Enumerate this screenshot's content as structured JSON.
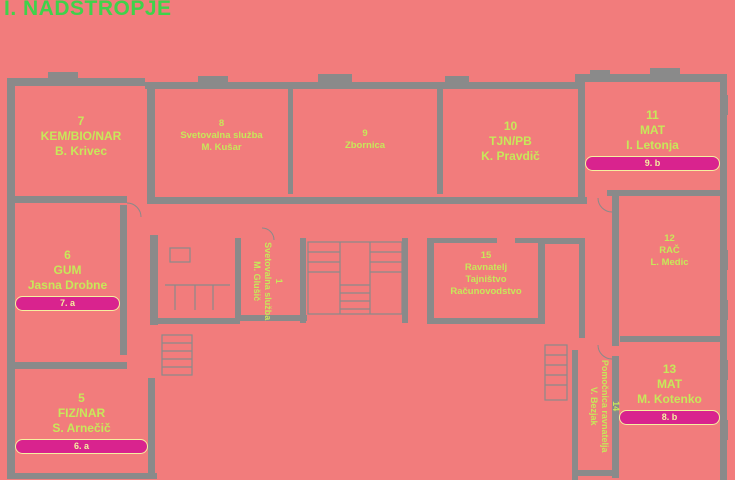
{
  "floor_title": "I. NADSTROPJE",
  "rooms": {
    "r7": {
      "number": "7",
      "subject": "KEM/BIO/NAR",
      "teacher": "B. Krivec"
    },
    "r8": {
      "number": "8",
      "subject": "Svetovalna služba",
      "teacher": "M. Kušar"
    },
    "r9": {
      "number": "9",
      "subject": "Zbornica"
    },
    "r10": {
      "number": "10",
      "subject": "TJN/PB",
      "teacher": "K. Pravdič"
    },
    "r11": {
      "number": "11",
      "subject": "MAT",
      "teacher": "I. Letonja",
      "class_badge": "9. b"
    },
    "r12": {
      "number": "12",
      "subject": "RAČ",
      "teacher": "L. Medic"
    },
    "r13": {
      "number": "13",
      "subject": "MAT",
      "teacher": "M. Kotenko",
      "class_badge": "8. b"
    },
    "r14": {
      "number": "14",
      "subject": "Pomočnica ravnatelja",
      "teacher": "V. Bezjak"
    },
    "r15": {
      "number": "15",
      "line1": "Ravnatelj",
      "line2": "Tajništvo",
      "line3": "Računovodstvo"
    },
    "r6": {
      "number": "6",
      "subject": "GUM",
      "teacher": "Jasna Drobne",
      "class_badge": "7. a"
    },
    "r5": {
      "number": "5",
      "subject": "FIZ/NAR",
      "teacher": "S. Arnečič",
      "class_badge": "6. a"
    },
    "r1": {
      "number": "1",
      "subject": "Svetovalna služba",
      "teacher": "M. Glušič"
    }
  },
  "colors": {
    "background": "#f27c7c",
    "wall": "#8a8a8a",
    "label": "#c7e85a",
    "title": "#3fd24a",
    "badge": "#d9238e"
  }
}
